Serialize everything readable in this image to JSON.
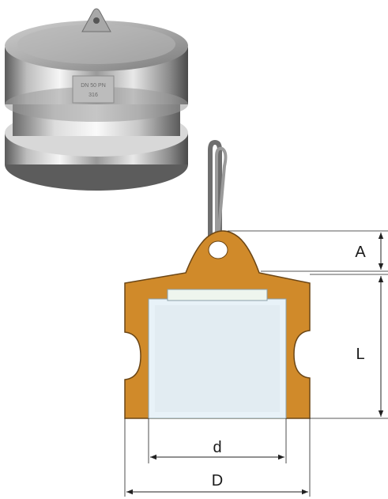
{
  "labels": {
    "A": "A",
    "L": "L",
    "d": "d",
    "D": "D"
  },
  "colors": {
    "body_fill": "#d08a2a",
    "body_stroke": "#6b4616",
    "bore_fill": "#e8f2f8",
    "seal_fill": "#eef5ee",
    "dim_line": "#222222",
    "metal_light": "#f4f4f4",
    "metal_dark": "#6e6e6e"
  },
  "photo": {
    "marking_text_1": "DN 50 PN",
    "marking_text_2": "316"
  }
}
